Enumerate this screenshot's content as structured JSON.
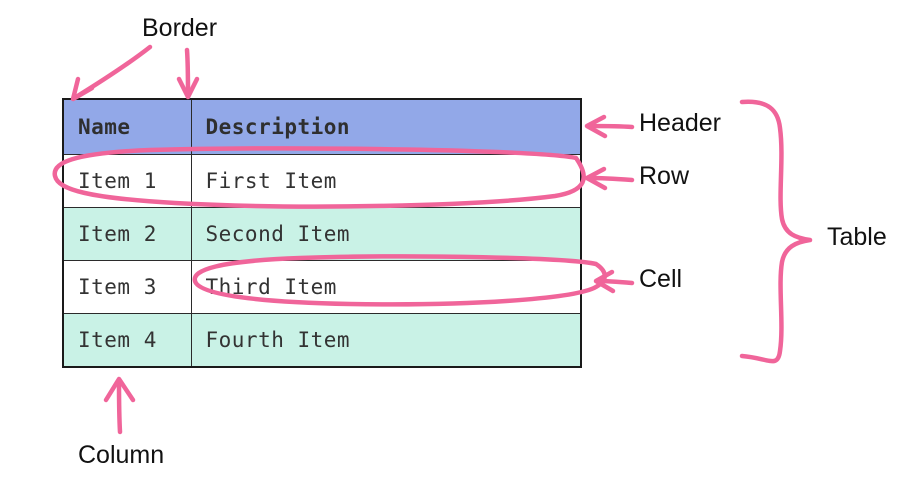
{
  "diagram": {
    "title": "Table anatomy annotated diagram",
    "ink_color": "#f0659a",
    "header_fill": "#92a8e8",
    "row_alt_fill": "#c9f2e6",
    "row_fill": "#ffffff",
    "border_color": "#2b2b2b",
    "text_color": "#111111"
  },
  "table": {
    "columns": [
      {
        "key": "name",
        "header": "Name"
      },
      {
        "key": "description",
        "header": "Description"
      }
    ],
    "rows": [
      {
        "name": "Item 1",
        "description": "First Item"
      },
      {
        "name": "Item 2",
        "description": "Second Item"
      },
      {
        "name": "Item 3",
        "description": "Third Item"
      },
      {
        "name": "Item 4",
        "description": "Fourth Item"
      }
    ]
  },
  "annotations": {
    "border": {
      "label": "Border",
      "marker": "two-arrows-down"
    },
    "header": {
      "label": "Header",
      "marker": "arrow-left"
    },
    "row": {
      "label": "Row",
      "marker": "arrow-left-with-ellipse"
    },
    "cell": {
      "label": "Cell",
      "marker": "arrow-left-with-ellipse"
    },
    "table": {
      "label": "Table",
      "marker": "curly-brace-right"
    },
    "column": {
      "label": "Column",
      "marker": "arrow-up"
    }
  }
}
